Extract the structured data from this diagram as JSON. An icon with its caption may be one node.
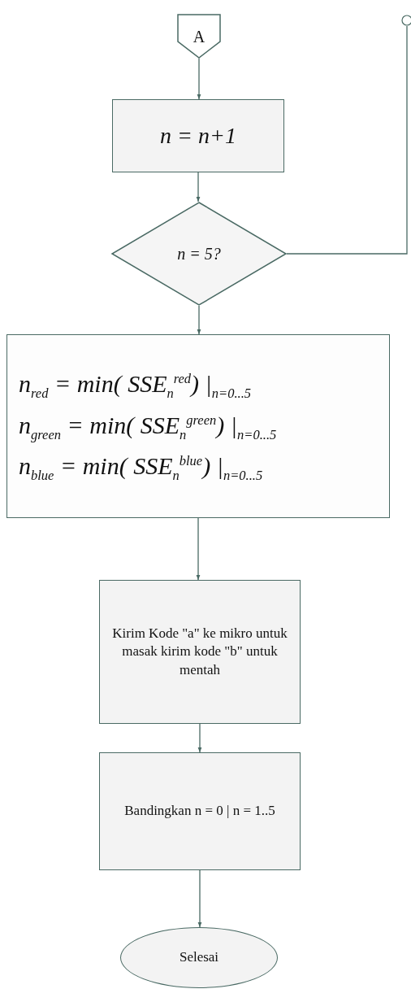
{
  "diagram": {
    "nodes": [
      {
        "text": [
          "A"
        ]
      },
      {
        "text": [
          "n = n+1"
        ]
      },
      {
        "text": [
          "n = 5?"
        ]
      },
      {
        "text": [],
        "shape": "circle"
      },
      {
        "text": [
          "n$_{red}$ = min( SSE$_{n}$$^{red}$) |$_{n=0...5}$",
          "n$_{green}$ = min( SSE$_{n}$$^{green}$) |$_{n=0...5}$",
          "n$_{blue}$ = min( SSE$_{n}$$^{blue}$) |$_{n=0...5}$"
        ]
      },
      {
        "text": [
          "Kirim Kode \"a\" ke mikro untuk masak kirim kode \"b\" untuk mentah"
        ]
      },
      {
        "text": [
          "Bandingkan n = 0 | n = 1..5"
        ]
      },
      {
        "text": [
          "Selesai"
        ]
      }
    ],
    "edges": [
      {
        "from": 0,
        "to": 1,
        "arrow": "to"
      },
      {
        "from": 1,
        "to": 2,
        "arrow": "to"
      },
      {
        "from": 2,
        "to": 4,
        "arrow": "to"
      },
      {
        "from": 2,
        "to": 3,
        "arrow": "none"
      },
      {
        "from": 4,
        "to": 5,
        "arrow": "to"
      },
      {
        "from": 5,
        "to": 6,
        "arrow": "to"
      },
      {
        "from": 6,
        "to": 7,
        "arrow": "to"
      }
    ]
  }
}
